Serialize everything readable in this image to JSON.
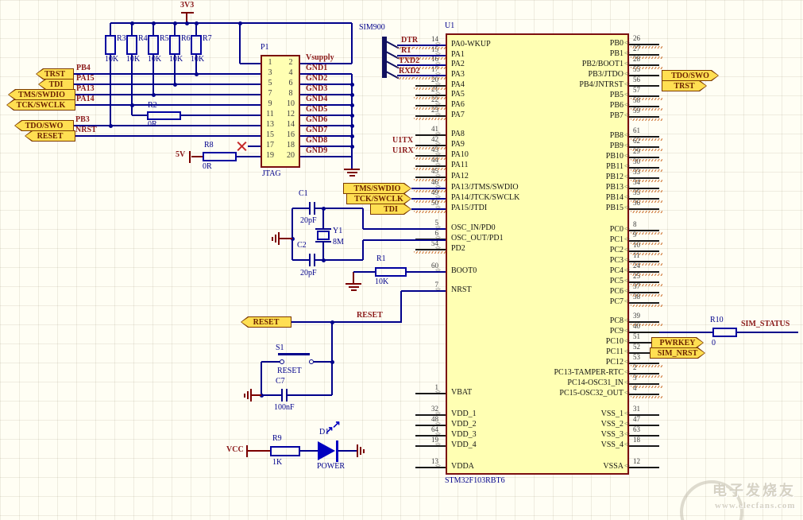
{
  "power": {
    "rail_3v3": "3V3",
    "rail_5v": "5V",
    "rail_vcc": "VCC"
  },
  "jtag": {
    "ref": "P1",
    "type": "JTAG",
    "left_pin_numbers": [
      "1",
      "3",
      "5",
      "7",
      "9",
      "11",
      "13",
      "15",
      "17",
      "19"
    ],
    "right_pin_numbers": [
      "2",
      "4",
      "6",
      "8",
      "10",
      "12",
      "14",
      "16",
      "18",
      "20"
    ],
    "right_net_labels": [
      "Vsupply",
      "GND1",
      "GND2",
      "GND3",
      "GND4",
      "GND5",
      "GND6",
      "GND7",
      "GND8",
      "GND9"
    ]
  },
  "pullups": {
    "refs": [
      "R3",
      "R4",
      "R5",
      "R6",
      "R7"
    ],
    "value": "10K"
  },
  "resistors": {
    "r2": {
      "ref": "R2",
      "value": "0R"
    },
    "r8": {
      "ref": "R8",
      "value": "0R"
    },
    "r1": {
      "ref": "R1",
      "value": "10K"
    },
    "r9": {
      "ref": "R9",
      "value": "1K"
    },
    "r10": {
      "ref": "R10",
      "value": "0"
    }
  },
  "ports": {
    "left": [
      {
        "label": "TRST",
        "net": "PB4"
      },
      {
        "label": "TDI",
        "net": "PA15"
      },
      {
        "label": "TMS/SWDIO",
        "net": "PA13"
      },
      {
        "label": "TCK/SWCLK",
        "net": "PA14"
      },
      {
        "label": "TDO/SWO",
        "net": "PB3"
      },
      {
        "label": "RESET",
        "net": "NRST"
      }
    ],
    "mid": [
      "TMS/SWDIO",
      "TCK/SWCLK",
      "TDI"
    ],
    "right_top": [
      "TDO/SWO",
      "TRST"
    ],
    "right_mid": [
      "PWRKEY",
      "SIM_NRST"
    ],
    "reset": "RESET"
  },
  "net_labels": {
    "sim_bus_title": "SIM900",
    "sim_bus": [
      "DTR",
      "R1",
      "TXD2",
      "RXD2"
    ],
    "uart": [
      "U1TX",
      "U1RX"
    ],
    "reset_wire": "RESET",
    "sim_status": "SIM_STATUS"
  },
  "crystal": {
    "c1": {
      "ref": "C1",
      "value": "20pF"
    },
    "c2": {
      "ref": "C2",
      "value": "20pF"
    },
    "y1": {
      "ref": "Y1",
      "value": "8M"
    }
  },
  "reset_group": {
    "switch_ref": "S1",
    "switch_name": "RESET",
    "cap_ref": "C7",
    "cap_value": "100nF"
  },
  "led_group": {
    "diode_ref": "D1",
    "diode_name": "POWER"
  },
  "mcu": {
    "ref": "U1",
    "part": "STM32F103RBT6",
    "left_pins": [
      {
        "num": "14",
        "name": "PA0-WKUP"
      },
      {
        "num": "15",
        "name": "PA1"
      },
      {
        "num": "16",
        "name": "PA2"
      },
      {
        "num": "17",
        "name": "PA3"
      },
      {
        "num": "20",
        "name": "PA4"
      },
      {
        "num": "21",
        "name": "PA5"
      },
      {
        "num": "22",
        "name": "PA6"
      },
      {
        "num": "23",
        "name": "PA7"
      },
      {
        "num": "41",
        "name": "PA8"
      },
      {
        "num": "42",
        "name": "PA9"
      },
      {
        "num": "43",
        "name": "PA10"
      },
      {
        "num": "44",
        "name": "PA11"
      },
      {
        "num": "45",
        "name": "PA12"
      },
      {
        "num": "46",
        "name": "PA13/JTMS/SWDIO"
      },
      {
        "num": "49",
        "name": "PA14/JTCK/SWCLK"
      },
      {
        "num": "50",
        "name": "PA15/JTDI"
      },
      {
        "num": "5",
        "name": "OSC_IN/PD0"
      },
      {
        "num": "6",
        "name": "OSC_OUT/PD1"
      },
      {
        "num": "54",
        "name": "PD2"
      },
      {
        "num": "60",
        "name": "BOOT0"
      },
      {
        "num": "7",
        "name": "NRST"
      },
      {
        "num": "1",
        "name": "VBAT"
      },
      {
        "num": "32",
        "name": "VDD_1"
      },
      {
        "num": "48",
        "name": "VDD_2"
      },
      {
        "num": "64",
        "name": "VDD_3"
      },
      {
        "num": "19",
        "name": "VDD_4"
      },
      {
        "num": "13",
        "name": "VDDA"
      }
    ],
    "right_pins": [
      {
        "num": "26",
        "name": "PB0"
      },
      {
        "num": "27",
        "name": "PB1"
      },
      {
        "num": "28",
        "name": "PB2/BOOT1"
      },
      {
        "num": "55",
        "name": "PB3/JTDO"
      },
      {
        "num": "56",
        "name": "PB4/JNTRST"
      },
      {
        "num": "57",
        "name": "PB5"
      },
      {
        "num": "58",
        "name": "PB6"
      },
      {
        "num": "59",
        "name": "PB7"
      },
      {
        "num": "61",
        "name": "PB8"
      },
      {
        "num": "62",
        "name": "PB9"
      },
      {
        "num": "29",
        "name": "PB10"
      },
      {
        "num": "30",
        "name": "PB11"
      },
      {
        "num": "33",
        "name": "PB12"
      },
      {
        "num": "34",
        "name": "PB13"
      },
      {
        "num": "35",
        "name": "PB14"
      },
      {
        "num": "36",
        "name": "PB15"
      },
      {
        "num": "8",
        "name": "PC0"
      },
      {
        "num": "9",
        "name": "PC1"
      },
      {
        "num": "10",
        "name": "PC2"
      },
      {
        "num": "11",
        "name": "PC3"
      },
      {
        "num": "24",
        "name": "PC4"
      },
      {
        "num": "25",
        "name": "PC5"
      },
      {
        "num": "37",
        "name": "PC6"
      },
      {
        "num": "38",
        "name": "PC7"
      },
      {
        "num": "39",
        "name": "PC8"
      },
      {
        "num": "40",
        "name": "PC9"
      },
      {
        "num": "51",
        "name": "PC10"
      },
      {
        "num": "52",
        "name": "PC11"
      },
      {
        "num": "53",
        "name": "PC12"
      },
      {
        "num": "2",
        "name": "PC13-TAMPER-RTC"
      },
      {
        "num": "3",
        "name": "PC14-OSC31_IN"
      },
      {
        "num": "4",
        "name": "PC15-OSC32_OUT"
      },
      {
        "num": "31",
        "name": "VSS_1"
      },
      {
        "num": "47",
        "name": "VSS_2"
      },
      {
        "num": "63",
        "name": "VSS_3"
      },
      {
        "num": "18",
        "name": "VSS_4"
      },
      {
        "num": "12",
        "name": "VSSA"
      }
    ]
  },
  "watermark": {
    "line1": "电子发烧友",
    "line2": "www.elecfans.com"
  }
}
